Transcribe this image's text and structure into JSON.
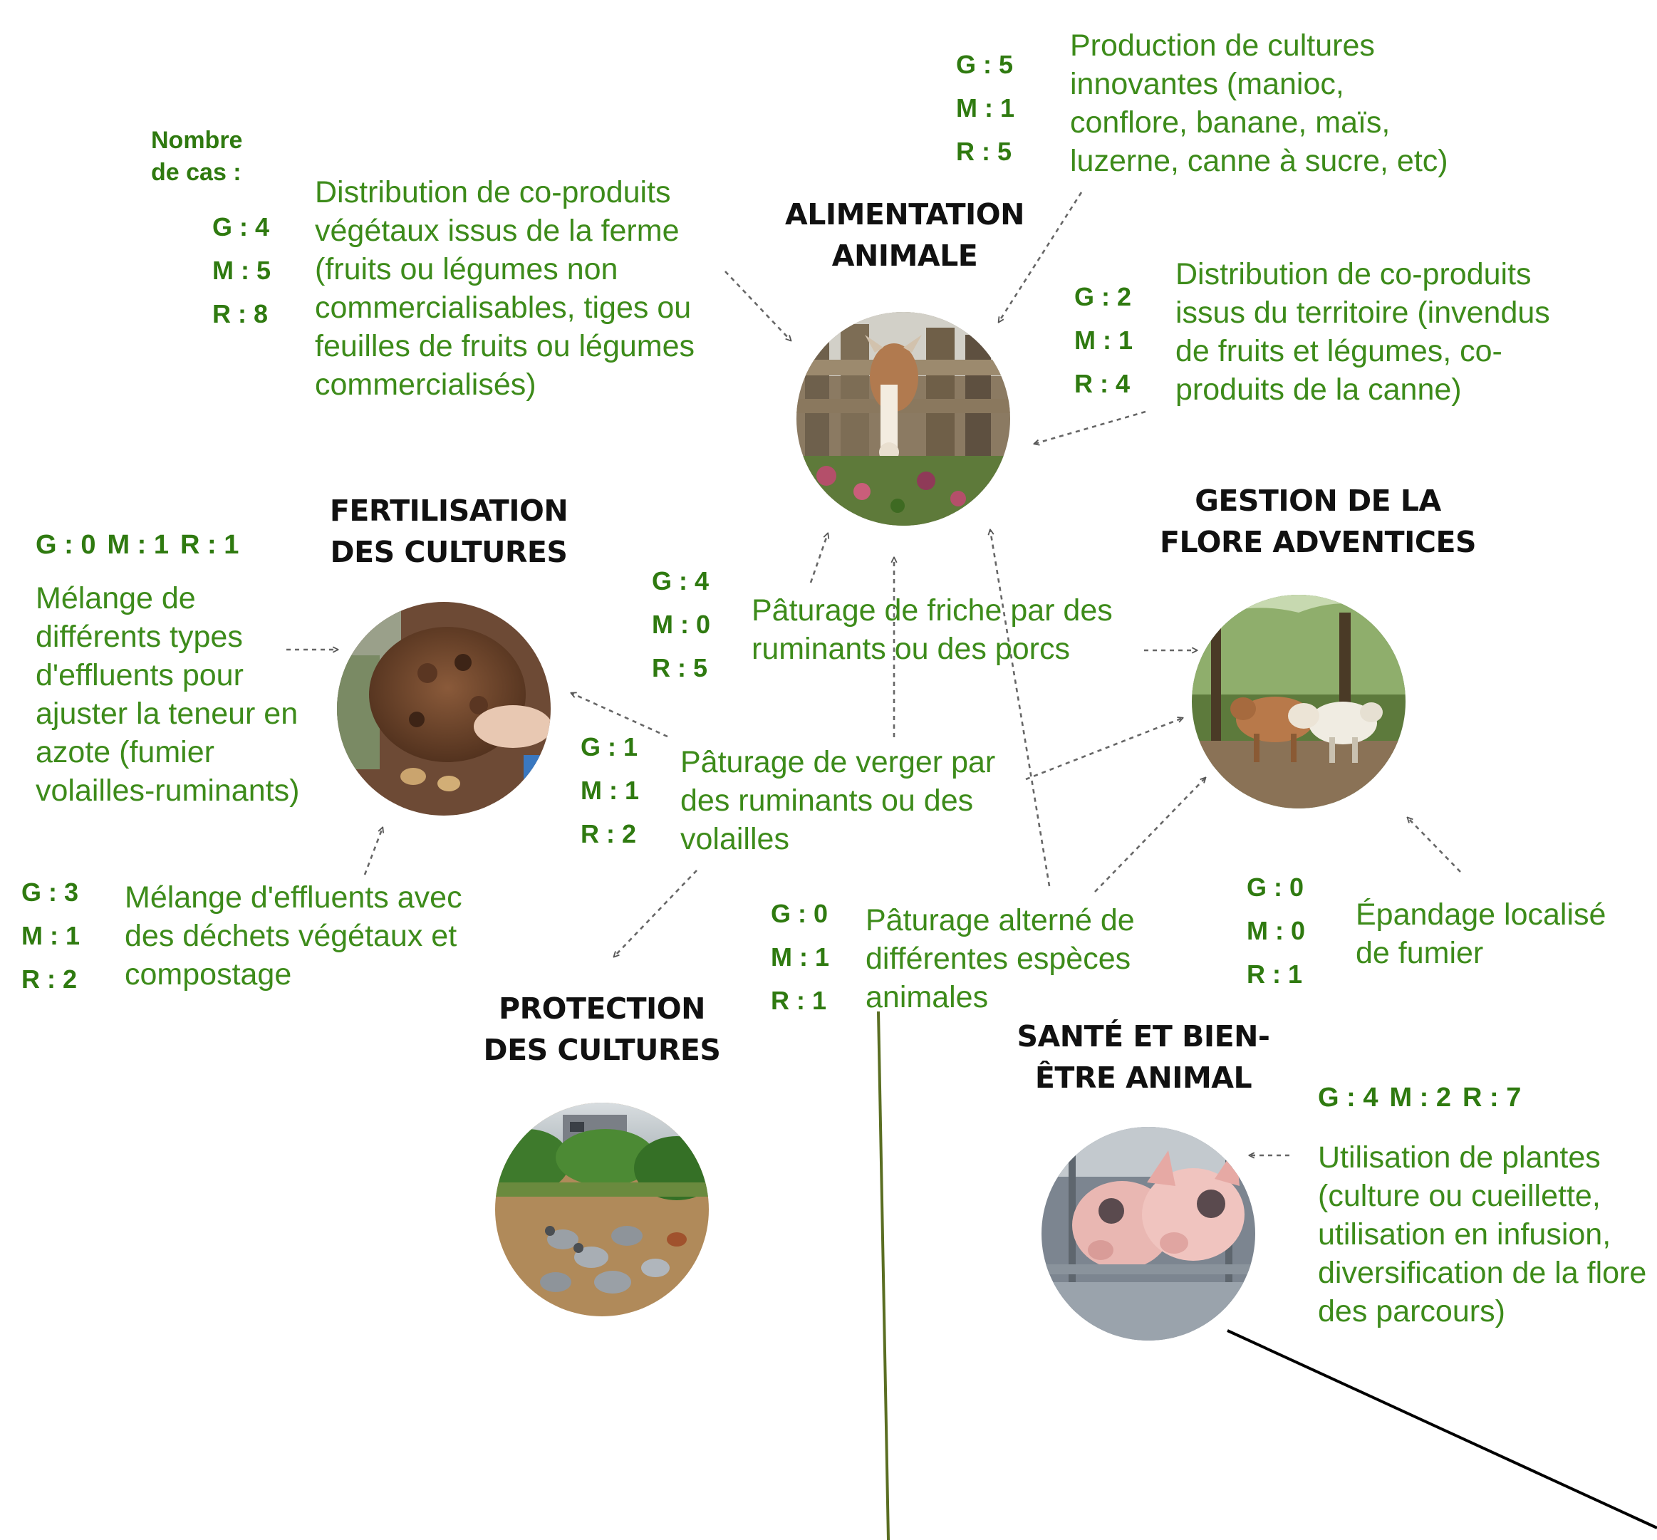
{
  "legend_label": [
    "Nombre",
    "de cas :"
  ],
  "topics": {
    "alimentation": [
      "ALIMENTATION",
      "ANIMALE"
    ],
    "fertilisation": [
      "FERTILISATION",
      "DES CULTURES"
    ],
    "gestion": [
      "GESTION DE LA",
      "FLORE ADVENTICES"
    ],
    "protection": [
      "PROTECTION",
      "DES CULTURES"
    ],
    "sante": [
      "SANTÉ ET BIEN-",
      "ÊTRE ANIMAL"
    ]
  },
  "practices": {
    "production_cultures": {
      "lines": [
        "Production de cultures",
        "innovantes (manioc,",
        "conflore, banane, maïs,",
        "luzerne, canne à sucre, etc)"
      ],
      "counts": [
        "G : 5",
        "M : 1",
        "R : 5"
      ]
    },
    "coproduits_ferme": {
      "lines": [
        "Distribution de co-produits",
        "végétaux issus de la ferme",
        "(fruits ou légumes non",
        "commercialisables, tiges ou",
        "feuilles de fruits ou légumes",
        "commercialisés)"
      ],
      "counts": [
        "G : 4",
        "M : 5",
        "R : 8"
      ]
    },
    "coproduits_territoire": {
      "lines": [
        "Distribution de co-produits",
        "issus du territoire (invendus",
        "de fruits et légumes, co-",
        "produits de la canne)"
      ],
      "counts": [
        "G : 2",
        "M : 1",
        "R : 4"
      ]
    },
    "melange_effluents": {
      "lines": [
        "Mélange de",
        "différents types",
        "d'effluents pour",
        "ajuster la teneur en",
        "azote (fumier",
        "volailles-ruminants)"
      ],
      "counts": [
        "G : 0",
        "M : 1",
        "R : 1"
      ]
    },
    "paturage_friche": {
      "lines": [
        "Pâturage de friche par des",
        "ruminants ou des porcs"
      ],
      "counts": [
        "G : 4",
        "M : 0",
        "R : 5"
      ]
    },
    "paturage_verger": {
      "lines": [
        "Pâturage de verger par",
        "des ruminants ou des",
        "volailles"
      ],
      "counts": [
        "G : 1",
        "M : 1",
        "R : 2"
      ]
    },
    "compostage": {
      "lines": [
        "Mélange d'effluents avec",
        "des déchets végétaux et",
        "compostage"
      ],
      "counts": [
        "G : 3",
        "M : 1",
        "R : 2"
      ]
    },
    "paturage_alterne": {
      "lines": [
        "Pâturage alterné de",
        "différentes espèces",
        "animales"
      ],
      "counts": [
        "G : 0",
        "M : 1",
        "R : 1"
      ]
    },
    "epandage": {
      "lines": [
        "Épandage localisé",
        "de fumier"
      ],
      "counts": [
        "G : 0",
        "M : 0",
        "R : 1"
      ]
    },
    "plantes": {
      "lines": [
        "Utilisation de plantes",
        "(culture ou cueillette,",
        "utilisation en infusion,",
        "diversification de la flore",
        "des parcours)"
      ],
      "counts": [
        "G : 4",
        "M : 2",
        "R : 7"
      ]
    }
  },
  "colors": {
    "green_text": "#3d8b1a",
    "green_counts": "#2f7a10",
    "title": "#111111",
    "arrow": "#666666",
    "olive_line": "#5a6e22"
  },
  "icons": [
    "goat-photo",
    "compost-photo",
    "grazing-herd-photo",
    "geese-orchard-photo",
    "pigs-photo"
  ]
}
